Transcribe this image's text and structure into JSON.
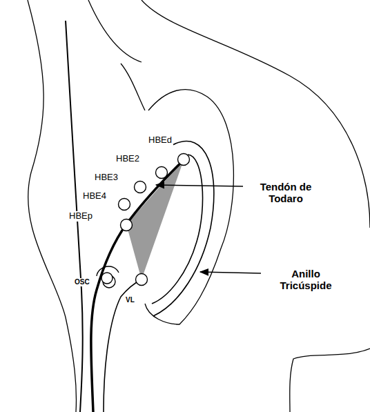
{
  "diagram": {
    "labels": [
      "HBEd",
      "HBE2",
      "HBE3",
      "HBE4",
      "HBEp",
      "Tendón de Todaro",
      "Anillo Tricúspide",
      "OSC",
      "VL"
    ]
  }
}
